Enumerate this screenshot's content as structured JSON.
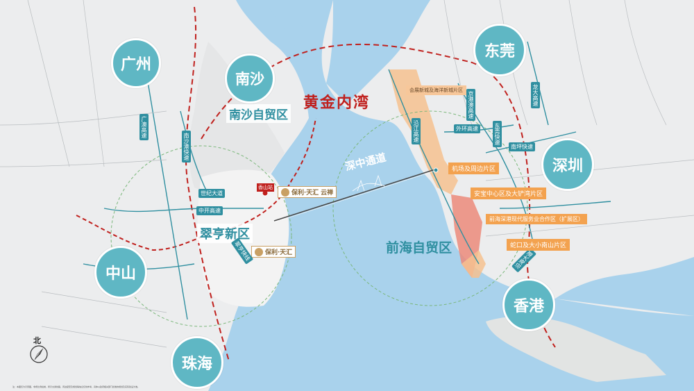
{
  "cities": {
    "guangzhou": "广州",
    "dongguan": "东莞",
    "shenzhen": "深圳",
    "zhongshan": "中山",
    "zhuhai": "珠海",
    "hongkong": "香港",
    "nansha": "南沙"
  },
  "regions": {
    "golden_bay": "黄金内湾",
    "nansha_ftz": "南沙自贸区",
    "cuiheng": "翠亨新区",
    "qianhai_ftz": "前海自贸区",
    "shenzhong_channel": "深中通道"
  },
  "roads": {
    "guangao": "广澳高速",
    "nansha_port": "南沙港快速",
    "century": "世纪大道",
    "zhongkai": "中开高速",
    "cuiheng_road": "翠亨快线",
    "coastal": "沿江高速",
    "jingang": "京港澳高速",
    "outer_ring": "外环高速",
    "dongguan_fast": "东莞快速",
    "nanping": "南坪快速",
    "longda": "龙大高速",
    "binhai": "沿海大道"
  },
  "zones": {
    "huizhan": "会展新城及海洋新城片区",
    "airport": "机场及周边片区",
    "anbao": "安宝中心区及大铲湾片区",
    "qianhai_coop": "前海深港现代服务业合作区（扩展区）",
    "shekou": "蛇口及大小南山片区"
  },
  "brand": {
    "name_1": "保利·天汇",
    "name_2": "保利·天汇",
    "suffix": "云禅"
  },
  "stations": {
    "xiangshan": "香山站"
  },
  "compass": {
    "north": "北"
  },
  "footnote": "注：本图仅为示意图，非按比例绘制，所示交通线路、周边配套及规划等信息仅供参考，具体以政府相关部门批准的规划及实际建设为准。",
  "colors": {
    "land": "#ecedee",
    "water": "#a9d2ec",
    "accent_circle": "#5fb7c4",
    "road_teal": "#2f8fa0",
    "rail_red": "#c0201d",
    "zone_orange": "#f3a24f",
    "zone_pink": "#ec8a7a"
  }
}
